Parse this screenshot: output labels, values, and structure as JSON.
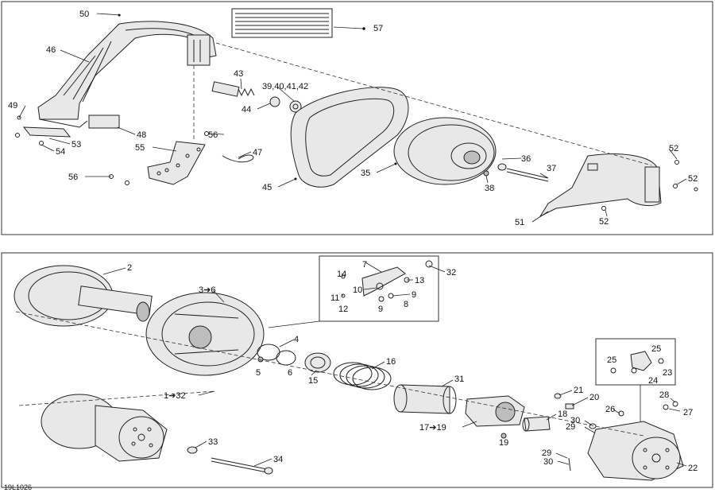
{
  "drawing_code": "19L1026",
  "callouts_top": [
    {
      "id": "c50",
      "text": "50"
    },
    {
      "id": "c46",
      "text": "46"
    },
    {
      "id": "c49",
      "text": "49"
    },
    {
      "id": "c53",
      "text": "53"
    },
    {
      "id": "c54",
      "text": "54"
    },
    {
      "id": "c48",
      "text": "48"
    },
    {
      "id": "c55",
      "text": "55"
    },
    {
      "id": "c56a",
      "text": "56"
    },
    {
      "id": "c56b",
      "text": "56"
    },
    {
      "id": "c47",
      "text": "47"
    },
    {
      "id": "c43",
      "text": "43"
    },
    {
      "id": "c44",
      "text": "44"
    },
    {
      "id": "c394042",
      "text": "39,40,41,42"
    },
    {
      "id": "c57",
      "text": "57"
    },
    {
      "id": "c45",
      "text": "45"
    },
    {
      "id": "c35",
      "text": "35"
    },
    {
      "id": "c36",
      "text": "36"
    },
    {
      "id": "c37",
      "text": "37"
    },
    {
      "id": "c38",
      "text": "38"
    },
    {
      "id": "c51",
      "text": "51"
    },
    {
      "id": "c52a",
      "text": "52"
    },
    {
      "id": "c52b",
      "text": "52"
    },
    {
      "id": "c52c",
      "text": "52"
    }
  ],
  "callouts_bottom": [
    {
      "id": "c2",
      "text": "2"
    },
    {
      "id": "c36b",
      "text": "3➔6"
    },
    {
      "id": "c7",
      "text": "7"
    },
    {
      "id": "c14",
      "text": "14"
    },
    {
      "id": "c32",
      "text": "32"
    },
    {
      "id": "c13",
      "text": "13"
    },
    {
      "id": "c10",
      "text": "10"
    },
    {
      "id": "c11",
      "text": "11"
    },
    {
      "id": "c12",
      "text": "12"
    },
    {
      "id": "c9a",
      "text": "9"
    },
    {
      "id": "c9b",
      "text": "9"
    },
    {
      "id": "c8",
      "text": "8"
    },
    {
      "id": "c4",
      "text": "4"
    },
    {
      "id": "c5",
      "text": "5"
    },
    {
      "id": "c6",
      "text": "6"
    },
    {
      "id": "c15",
      "text": "15"
    },
    {
      "id": "c16",
      "text": "16"
    },
    {
      "id": "c31",
      "text": "31"
    },
    {
      "id": "c132",
      "text": "1➔32"
    },
    {
      "id": "c33",
      "text": "33"
    },
    {
      "id": "c34",
      "text": "34"
    },
    {
      "id": "c1719",
      "text": "17➔19"
    },
    {
      "id": "c19",
      "text": "19"
    },
    {
      "id": "c21",
      "text": "21"
    },
    {
      "id": "c20",
      "text": "20"
    },
    {
      "id": "c18",
      "text": "18"
    },
    {
      "id": "c30a",
      "text": "30"
    },
    {
      "id": "c29a",
      "text": "29"
    },
    {
      "id": "c26",
      "text": "26"
    },
    {
      "id": "c29b",
      "text": "29"
    },
    {
      "id": "c30b",
      "text": "30"
    },
    {
      "id": "c25a",
      "text": "25"
    },
    {
      "id": "c25b",
      "text": "25"
    },
    {
      "id": "c23",
      "text": "23"
    },
    {
      "id": "c24",
      "text": "24"
    },
    {
      "id": "c28",
      "text": "28"
    },
    {
      "id": "c27",
      "text": "27"
    },
    {
      "id": "c22",
      "text": "22"
    }
  ]
}
